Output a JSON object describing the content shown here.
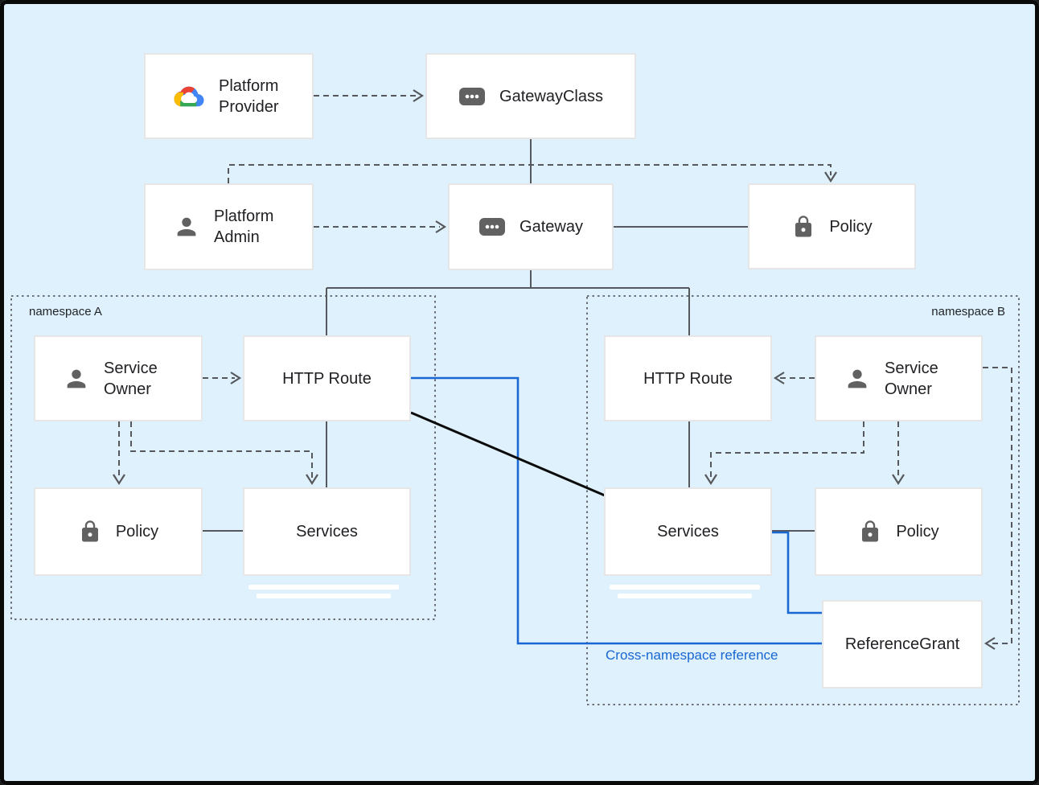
{
  "colors": {
    "background": "#dff1fc",
    "frame": "#0a0a0a",
    "node_fill": "#ffffff",
    "node_border": "#e6e6e6",
    "line_gray": "#55585c",
    "accent_blue": "#1967d2",
    "black_line": "#0b0b0b",
    "icon_gray": "#616161",
    "text": "#202124",
    "gcp_logo": [
      "#ea4335",
      "#fbbc04",
      "#34a853",
      "#4285f4"
    ]
  },
  "nodes": {
    "platform_provider": {
      "label": "Platform Provider",
      "icon": "google-cloud-logo"
    },
    "gateway_class": {
      "label": "GatewayClass",
      "icon": "gateway-chip-icon"
    },
    "platform_admin": {
      "label": "Platform Admin",
      "icon": "person-icon"
    },
    "gateway": {
      "label": "Gateway",
      "icon": "gateway-chip-icon"
    },
    "policy_top": {
      "label": "Policy",
      "icon": "lock-icon"
    },
    "service_owner_a": {
      "label": "Service Owner",
      "icon": "person-icon"
    },
    "http_route_a": {
      "label": "HTTP Route",
      "icon": "none"
    },
    "policy_a": {
      "label": "Policy",
      "icon": "lock-icon"
    },
    "services_a": {
      "label": "Services",
      "icon": "none"
    },
    "http_route_b": {
      "label": "HTTP Route",
      "icon": "none"
    },
    "service_owner_b": {
      "label": "Service Owner",
      "icon": "person-icon"
    },
    "services_b": {
      "label": "Services",
      "icon": "none"
    },
    "policy_b": {
      "label": "Policy",
      "icon": "lock-icon"
    },
    "reference_grant": {
      "label": "ReferenceGrant",
      "icon": "none"
    }
  },
  "namespaces": {
    "a_label": "namespace A",
    "b_label": "namespace B"
  },
  "annotations": {
    "cross_namespace_reference": "Cross-namespace reference"
  }
}
